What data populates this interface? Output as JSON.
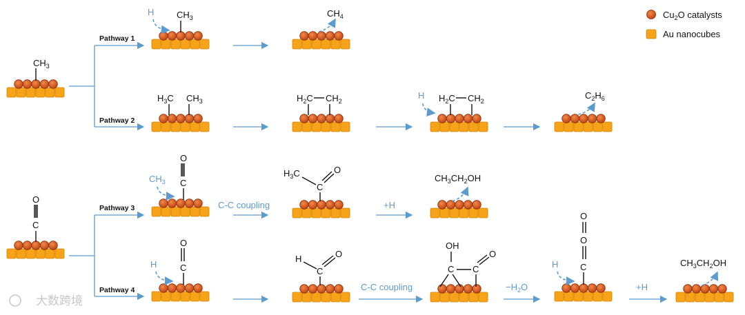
{
  "legend": {
    "cu2o_label": "Cu2O catalysts",
    "au_label": "Au nanocubes",
    "cu2o_color": "#d9541f",
    "au_color": "#f6a31a"
  },
  "pathways": {
    "p1": "Pathway 1",
    "p2": "Pathway 2",
    "p3": "Pathway 3",
    "p4": "Pathway 4"
  },
  "species": {
    "ch3": "CH3",
    "ch4": "CH4",
    "h3c_ch3": "H3C   CH3",
    "h2c_ch2": "H2C–CH2",
    "c2h6": "C2H6",
    "h": "H",
    "o": "O",
    "c": "C",
    "h3c": "H3C",
    "oh": "OH",
    "ch3ch2oh": "CH3CH2OH"
  },
  "steps": {
    "cc_coupling": "C-C coupling",
    "plus_h": "+H",
    "minus_h2o": "−H2O"
  },
  "watermark": "大数跨境",
  "colors": {
    "arrow": "#5b9bd0"
  }
}
